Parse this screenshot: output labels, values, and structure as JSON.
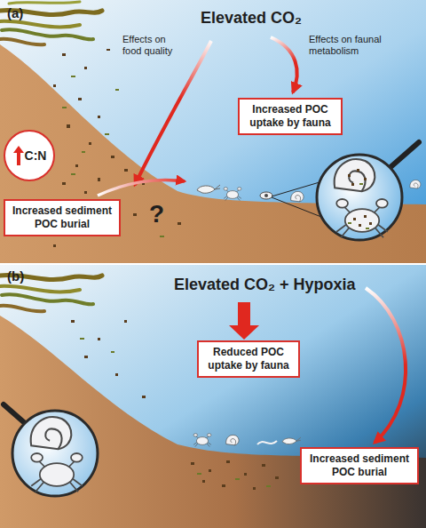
{
  "diagram": {
    "nodes": [
      {
        "text": [
          "Increased POC uptake by fauna"
        ]
      },
      {
        "text": [
          "C:N"
        ]
      },
      {
        "text": [
          "Increased sediment POC burial"
        ]
      },
      {
        "text": [
          "Reduced POC uptake by fauna"
        ]
      },
      {
        "text": [
          "Increased sediment POC burial"
        ]
      }
    ],
    "labels": [
      "(a)",
      "Elevated CO₂",
      "Effects on food quality",
      "Effects on faunal metabolism",
      "?",
      "(b)",
      "Elevated CO₂ + Hypoxia"
    ]
  }
}
